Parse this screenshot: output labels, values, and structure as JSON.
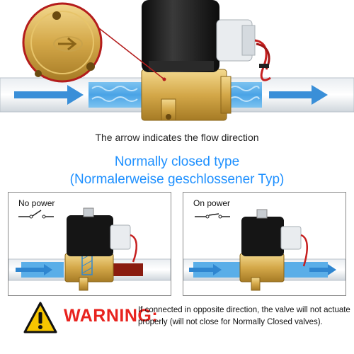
{
  "caption": "The arrow indicates the flow direction",
  "type_title": "Normally closed type",
  "type_subtitle": "(Normalerweise geschlossener Typ)",
  "panels": [
    {
      "label": "No power",
      "state": "closed"
    },
    {
      "label": "On power",
      "state": "open"
    }
  ],
  "warning": {
    "word": "WARNING:",
    "line1": "If connected in opposite direction, the valve will not actuate",
    "line2": "properly (will not close for Normally Closed valves)."
  },
  "colors": {
    "accent_blue": "#1e90ff",
    "warning_red": "#e8231e",
    "brass": "#d9b25a",
    "coil": "#1a1a1a",
    "water": "#5aaee8"
  },
  "icons": [
    "flow-arrow-icon",
    "switch-open-icon",
    "switch-closed-icon",
    "warning-triangle-icon"
  ]
}
